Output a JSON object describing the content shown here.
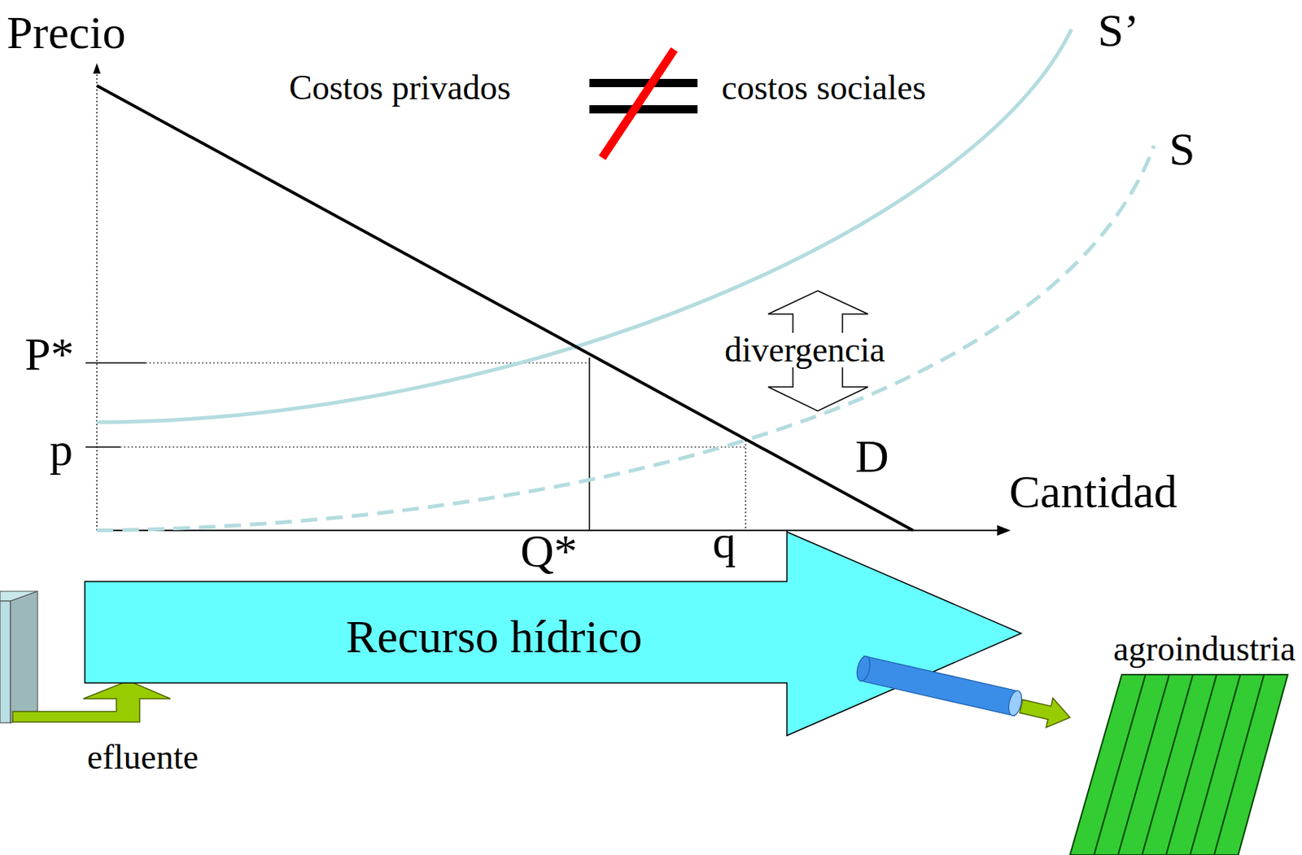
{
  "diagram": {
    "nodes": [
      {
        "text": [
          "Recurso hídrico"
        ]
      },
      {
        "text": [
          "agroindustria"
        ]
      }
    ],
    "edges": [
      {
        "from": 0,
        "to": 1,
        "arrow": "to"
      }
    ],
    "labels": [
      "Precio",
      "Costos privados",
      "costos sociales",
      "S’",
      "S",
      "P*",
      "divergencia",
      "p",
      "D",
      "Cantidad",
      "Q*",
      "q",
      "efluente"
    ]
  }
}
